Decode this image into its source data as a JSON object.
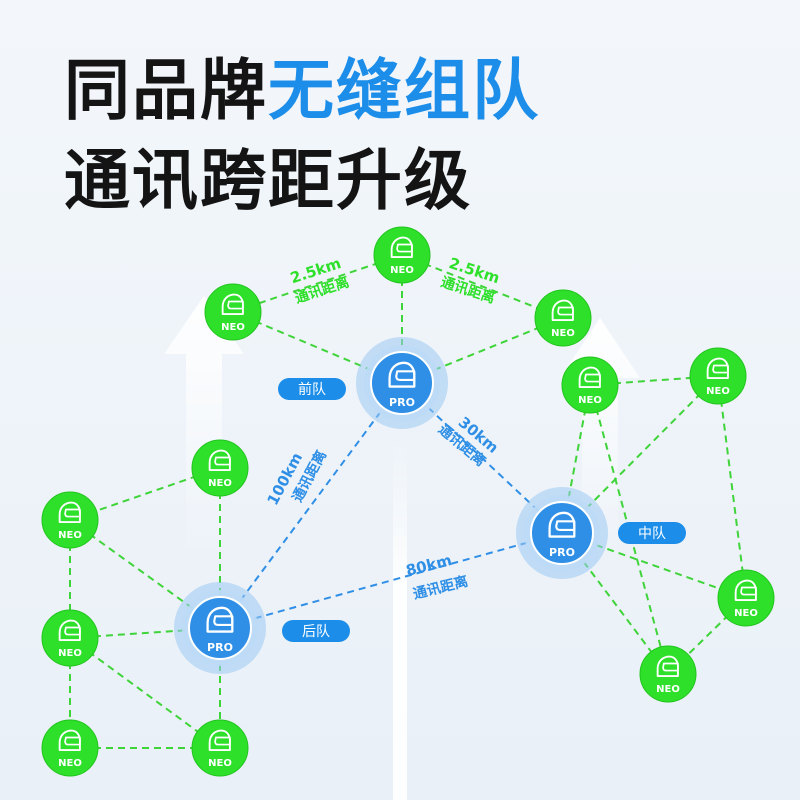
{
  "headline": {
    "line1_dark": "同品牌",
    "line1_accent": "无缝组队",
    "line2": "通讯跨距升级"
  },
  "colors": {
    "accent": "#1c8eea",
    "neo_green": "#2ee02a",
    "pro_blue": "#2f8fe6",
    "green_link": "#3fd43a",
    "blue_link": "#2f8fe6"
  },
  "icons": {
    "neo_node": "helmet-icon",
    "pro_node": "helmet-icon"
  },
  "node_types": {
    "neo": "NEO",
    "pro": "PRO"
  },
  "teams": [
    {
      "id": "front",
      "label": "前队"
    },
    {
      "id": "middle",
      "label": "中队"
    },
    {
      "id": "rear",
      "label": "后队"
    }
  ],
  "link_labels": {
    "neo_top_left": {
      "distance": "2.5km",
      "caption": "通讯距离"
    },
    "neo_top_right": {
      "distance": "2.5km",
      "caption": "通讯距离"
    },
    "front_middle": {
      "distance": "30km",
      "caption": "通讯距离"
    },
    "front_rear": {
      "distance": "100km",
      "caption": "通讯距离"
    },
    "rear_middle": {
      "distance": "80km",
      "caption": "通讯距离"
    }
  }
}
